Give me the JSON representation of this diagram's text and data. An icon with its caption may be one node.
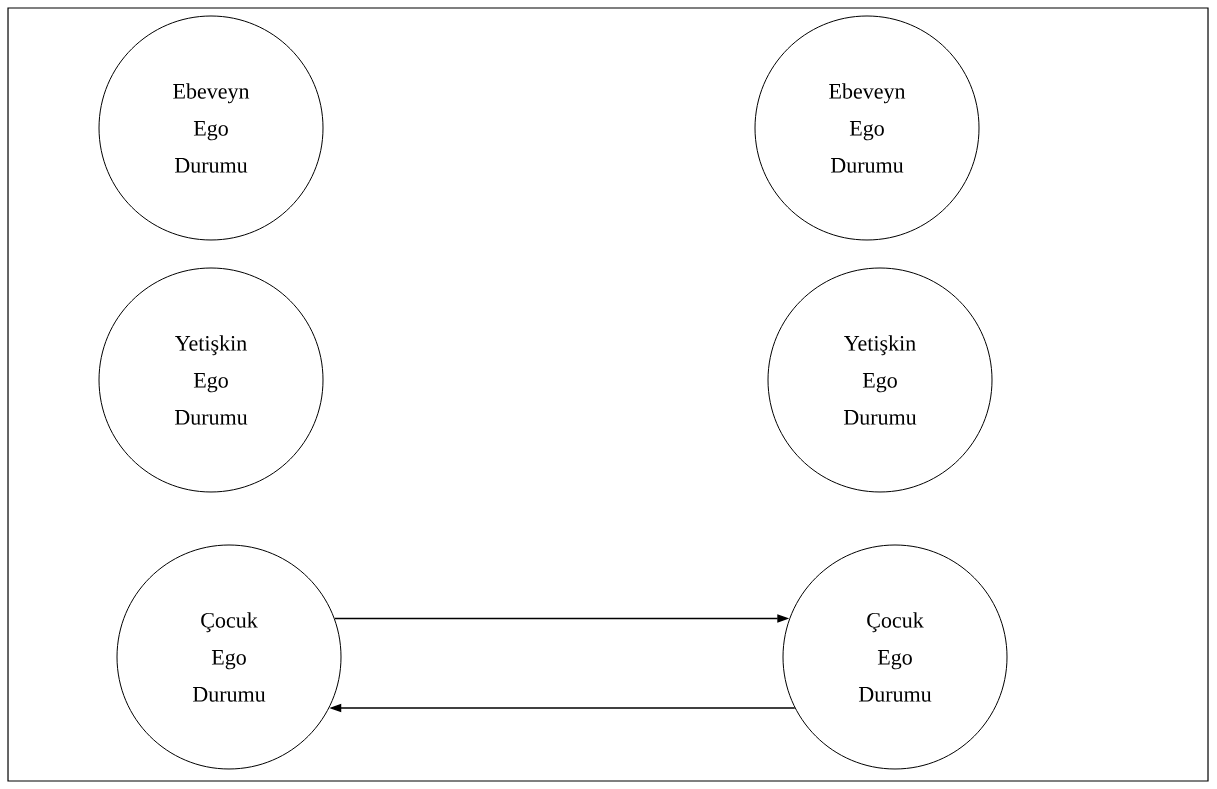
{
  "diagram": {
    "nodes": [
      {
        "text": [
          "Ebeveyn Ego Durumu"
        ]
      },
      {
        "text": [
          "Ebeveyn Ego Durumu"
        ]
      },
      {
        "text": [
          "Yetişkin Ego Durumu"
        ]
      },
      {
        "text": [
          "Yetişkin Ego Durumu"
        ]
      },
      {
        "text": [
          "Çocuk Ego Durumu"
        ]
      },
      {
        "text": [
          "Çocuk Ego Durumu"
        ]
      }
    ],
    "edges": [
      {
        "from": 4,
        "to": 5,
        "arrow": "to"
      },
      {
        "from": 5,
        "to": 4,
        "arrow": "to"
      }
    ]
  }
}
